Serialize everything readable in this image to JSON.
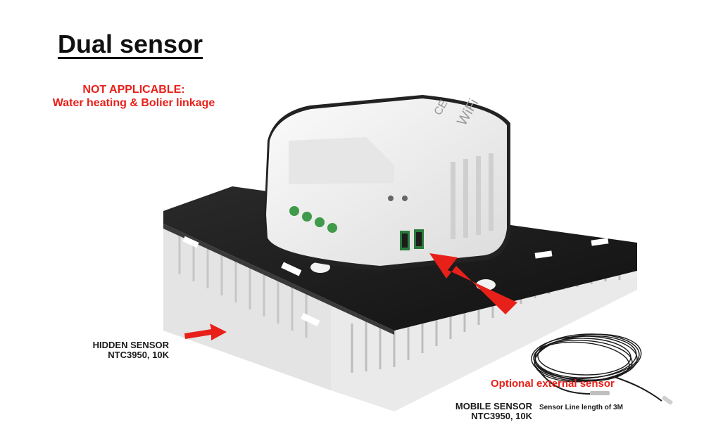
{
  "title": "Dual sensor",
  "notice": {
    "line1": "NOT APPLICABLE:",
    "line2": "Water heating & Bolier linkage"
  },
  "hidden_sensor": {
    "name": "HIDDEN SENSOR",
    "spec": "NTC3950, 10K"
  },
  "external_sensor": {
    "caption": "Optional external sensor",
    "name": "MOBILE SENSOR",
    "spec": "NTC3950, 10K",
    "cable_note": "Sensor Line length of 3M"
  },
  "device_markings": {
    "wifi": "WiFi",
    "ce": "CE"
  },
  "colors": {
    "accent_red": "#e8201a",
    "plate_black": "#1c1c1c",
    "housing_white": "#f2f2f2",
    "terminal_green": "#3f9a4a"
  }
}
